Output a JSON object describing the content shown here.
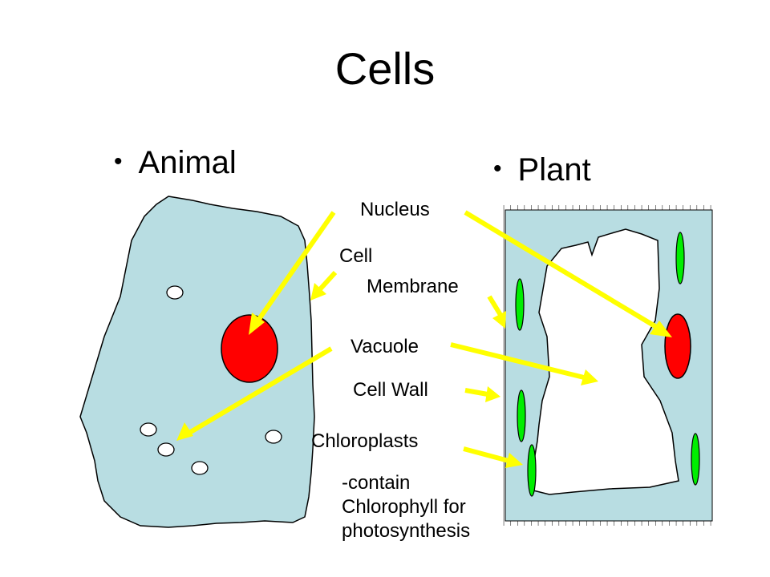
{
  "slide": {
    "title": "Cells",
    "bullets": {
      "animal": "Animal",
      "plant": "Plant"
    }
  },
  "labels": {
    "nucleus": "Nucleus",
    "cell_membrane_line1": "Cell",
    "cell_membrane_line2": "Membrane",
    "vacuole": "Vacuole",
    "cell_wall": "Cell Wall",
    "chloroplasts": "Chloroplasts",
    "chloroplasts_note": [
      "-contain",
      "Chlorophyll for",
      "photosynthesis"
    ]
  },
  "colors": {
    "cytoplasm": "#b8dde2",
    "nucleus": "#ff0000",
    "chloroplast": "#00ee00",
    "arrow": "#ffff00",
    "outline": "#000000",
    "vacuole": "#ffffff"
  }
}
